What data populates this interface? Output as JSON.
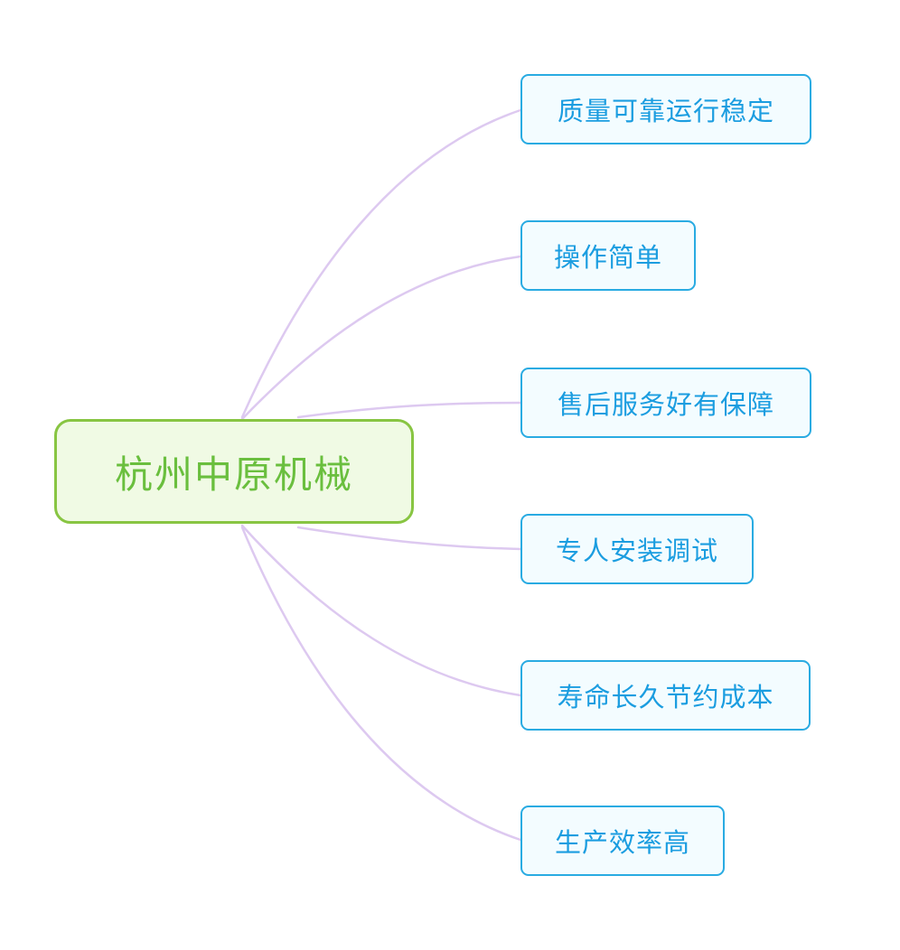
{
  "mindmap": {
    "root": {
      "label": "杭州中原机械"
    },
    "branches": [
      {
        "label": "质量可靠运行稳定"
      },
      {
        "label": "操作简单"
      },
      {
        "label": "售后服务好有保障"
      },
      {
        "label": "专人安装调试"
      },
      {
        "label": "寿命长久节约成本"
      },
      {
        "label": "生产效率高"
      }
    ],
    "colors": {
      "root_border": "#88c542",
      "root_bg": "#f0fae4",
      "root_text": "#6abf3e",
      "branch_border": "#29abe2",
      "branch_bg": "#f3fcff",
      "branch_text": "#1b9de0",
      "connector": "#ddc9f0"
    }
  }
}
